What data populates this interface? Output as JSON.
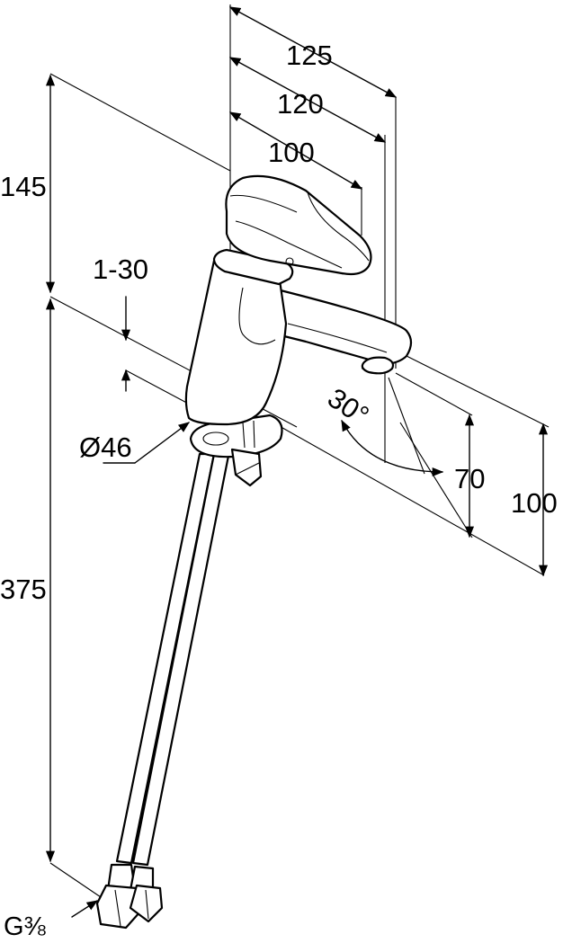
{
  "dimensions": {
    "d125": "125",
    "d120": "120",
    "d100_top": "100",
    "d145": "145",
    "d1_30": "1-30",
    "d_diam46": "Ø46",
    "d30deg": "30°",
    "d70": "70",
    "d100_right": "100",
    "d375": "375",
    "thread": "G⅜"
  }
}
